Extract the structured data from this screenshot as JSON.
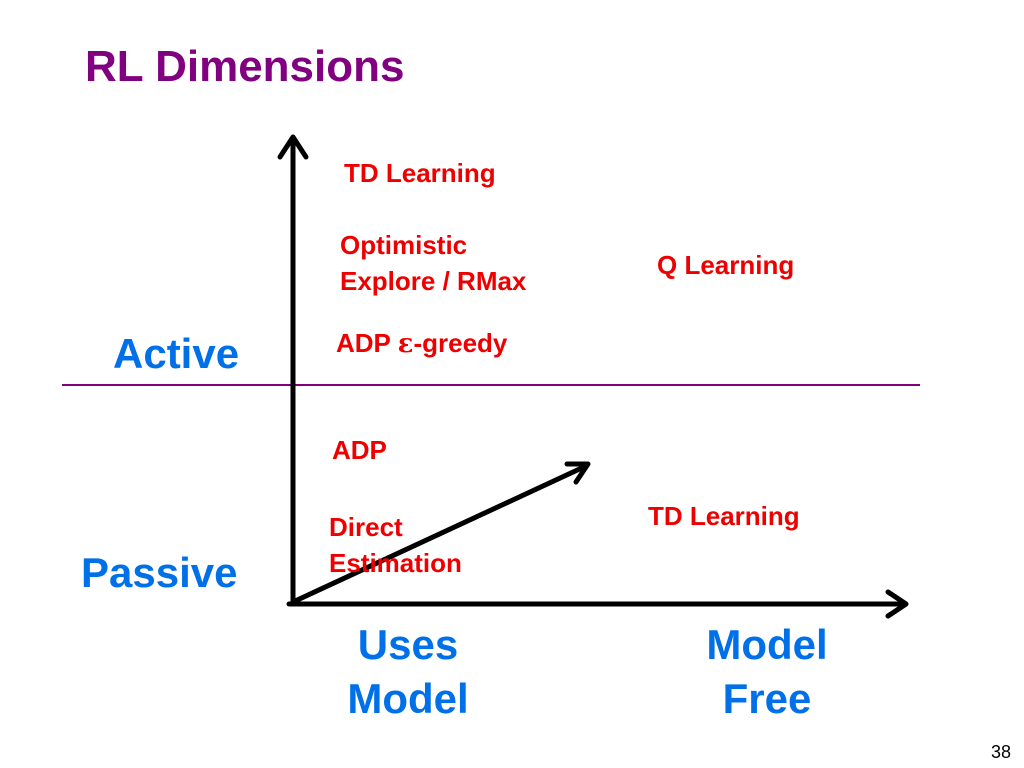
{
  "slide": {
    "title": "RL Dimensions",
    "page_number": "38"
  },
  "axes": {
    "vertical_labels": {
      "active": "Active",
      "passive": "Passive"
    },
    "horizontal_labels": {
      "uses_model": [
        "Uses",
        "Model"
      ],
      "model_free": [
        "Model",
        "Free"
      ]
    }
  },
  "quadrants": {
    "active_uses_model": {
      "td_learning": "TD Learning",
      "optimistic": [
        "Optimistic",
        "Explore / RMax"
      ],
      "adp_greedy_prefix": "ADP ",
      "adp_greedy_epsilon": "ε",
      "adp_greedy_suffix": "-greedy"
    },
    "active_model_free": {
      "q_learning": "Q Learning"
    },
    "passive_uses_model": {
      "adp": "ADP",
      "direct_estimation": [
        "Direct",
        "Estimation"
      ]
    },
    "passive_model_free": {
      "td_learning": "TD Learning"
    }
  },
  "colors": {
    "title": "#800080",
    "divider": "#800080",
    "method_text": "#ee0000",
    "axis_label": "#0070e8",
    "axis_line": "#000000"
  }
}
